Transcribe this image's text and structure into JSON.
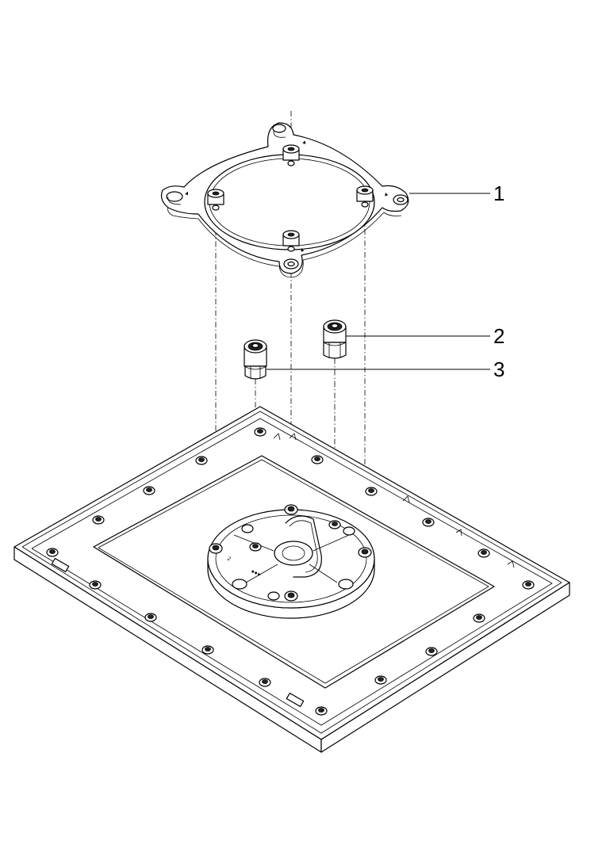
{
  "callouts": [
    {
      "number": "1",
      "part": "mounting-ring"
    },
    {
      "number": "2",
      "part": "connector-fitting-tall"
    },
    {
      "number": "3",
      "part": "connector-fitting-short"
    }
  ],
  "icons": {
    "screw": "screw-head-icon",
    "hub": "hub-plate-icon"
  },
  "colors": {
    "line": "#000000",
    "background": "#ffffff"
  }
}
